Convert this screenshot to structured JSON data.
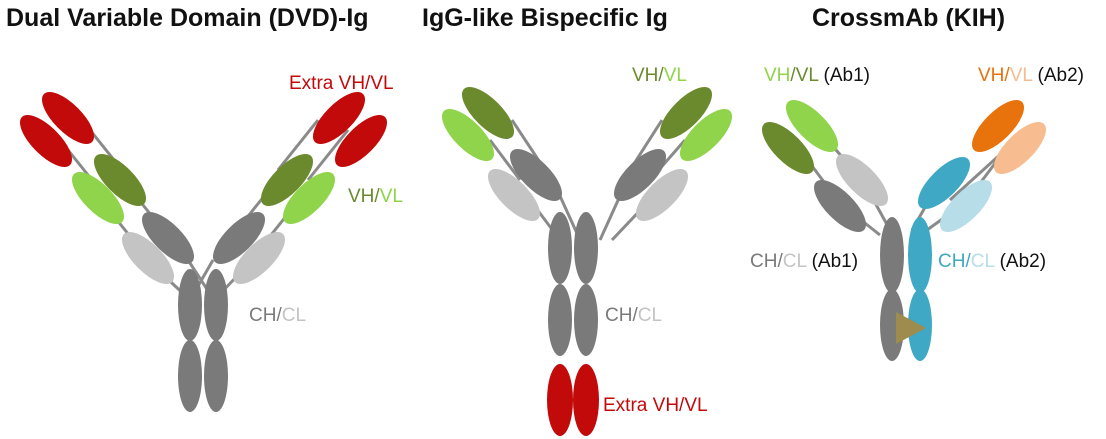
{
  "colors": {
    "extra_red": "#c20a0a",
    "vh_dark_green": "#6b8a2e",
    "vl_light_green": "#8fd44a",
    "ch_gray": "#7a7a7a",
    "cl_light_gray": "#c4c4c4",
    "ab2_vh_orange": "#e8720c",
    "ab2_vl_peach": "#f7bc8f",
    "ab2_ch_blue": "#3fa8c4",
    "ab2_cl_light_blue": "#b7dde9",
    "knob_olive": "#9e8c4e"
  },
  "panels": [
    {
      "title": "Dual Variable Domain (DVD)-Ig",
      "labels": {
        "extra_vh": "Extra",
        "extra_sp": " ",
        "extra_vh2": "VH",
        "extra_slash": "/",
        "extra_vl": "VL",
        "vh": "VH",
        "slash": "/",
        "vl": "VL",
        "ch": "CH",
        "ch_slash": "/",
        "cl": "CL"
      }
    },
    {
      "title": "IgG-like Bispecific Ig",
      "labels": {
        "vh": "VH",
        "slash": "/",
        "vl": "VL",
        "ch": "CH",
        "ch_slash": "/",
        "cl": "CL",
        "extra_vh": "Extra",
        "extra_sp": " ",
        "extra_vh2": "VH",
        "extra_slash": "/",
        "extra_vl": "VL"
      }
    },
    {
      "title": "CrossmAb (KIH)",
      "labels": {
        "ab1_vh": "VH",
        "ab1_slash": "/",
        "ab1_vl": "VL",
        "ab1_suffix": " (Ab1)",
        "ab2_vh": "VH",
        "ab2_slash": "/",
        "ab2_vl": "VL",
        "ab2_suffix": " (Ab2)",
        "ab1_ch": "CH",
        "ab1_ch_slash": "/",
        "ab1_cl": "CL",
        "ab1_ch_suffix": " (Ab1)",
        "ab2_ch": "CH",
        "ab2_ch_slash": "/",
        "ab2_cl": "CL",
        "ab2_ch_suffix": " (Ab2)"
      }
    }
  ]
}
